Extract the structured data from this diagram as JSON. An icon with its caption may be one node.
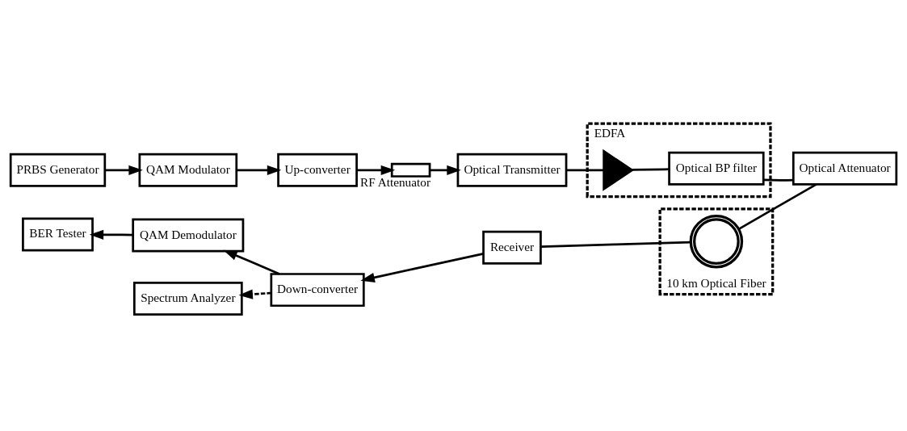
{
  "diagram": {
    "nodes": [
      {
        "text": [
          "PRBS Generator"
        ]
      },
      {
        "text": [
          "QAM Modulator"
        ]
      },
      {
        "text": [
          "Up-converter"
        ]
      },
      {
        "text": [],
        "shape": "box",
        "beside": [
          "RF Attenuator"
        ]
      },
      {
        "text": [
          "Optical Transmitter"
        ]
      },
      {
        "text": [
          "EDFA"
        ]
      },
      {
        "text": [],
        "shape": "triangle",
        "in": 5
      },
      {
        "text": [
          "Optical BP filter"
        ],
        "in": 5
      },
      {
        "text": [
          "Optical Attenuator"
        ]
      },
      {
        "text": [
          "10 km Optical Fiber"
        ]
      },
      {
        "text": [],
        "shape": "circle",
        "in": 9
      },
      {
        "text": [
          "Receiver"
        ]
      },
      {
        "text": [
          "Down-converter"
        ]
      },
      {
        "text": [
          "QAM Demodulator"
        ]
      },
      {
        "text": [
          "BER Tester"
        ]
      },
      {
        "text": [
          "Spectrum Analyzer"
        ]
      }
    ],
    "edges": [
      {
        "from": 0,
        "to": 1,
        "arrow": "to"
      },
      {
        "from": 1,
        "to": 2,
        "arrow": "to"
      },
      {
        "from": 2,
        "to": 3,
        "arrow": "to"
      },
      {
        "from": 3,
        "to": 4,
        "arrow": "to"
      },
      {
        "from": 4,
        "to": 6,
        "arrow": "none"
      },
      {
        "from": 6,
        "to": 7,
        "arrow": "none"
      },
      {
        "from": 7,
        "to": 8,
        "arrow": "none"
      },
      {
        "from": 8,
        "to": 10,
        "arrow": "none"
      },
      {
        "from": 10,
        "to": 11,
        "arrow": "none"
      },
      {
        "from": 11,
        "to": 12,
        "arrow": "to"
      },
      {
        "from": 12,
        "to": 13,
        "arrow": "to"
      },
      {
        "from": 13,
        "to": 14,
        "arrow": "to"
      },
      {
        "from": 12,
        "to": 15,
        "arrow": "to",
        "style": "dashed"
      }
    ]
  }
}
